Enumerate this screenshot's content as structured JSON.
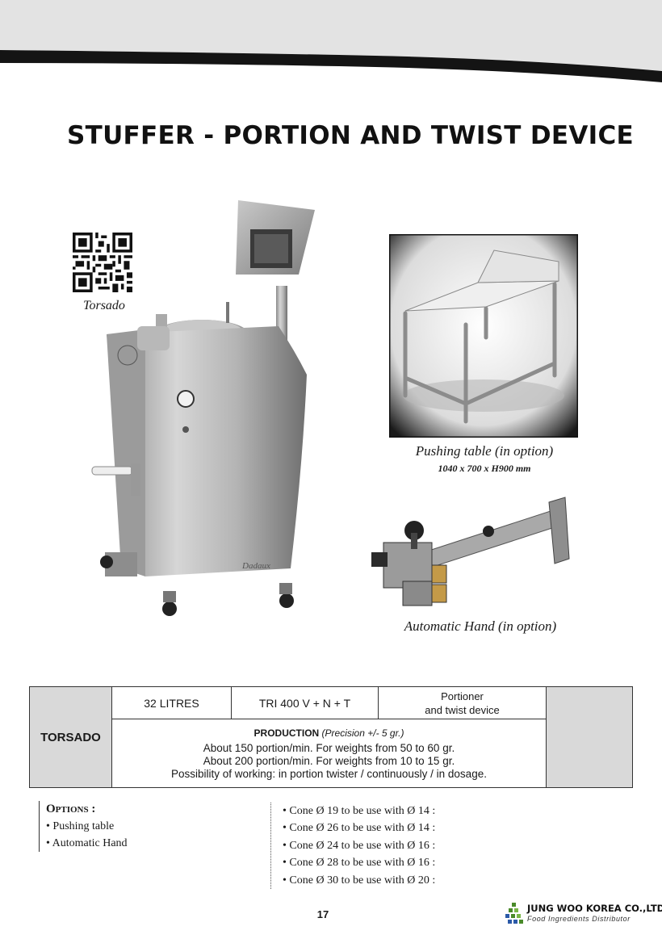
{
  "title": "STUFFER - PORTION AND TWIST DEVICE",
  "qr_caption": "Torsado",
  "machine_brand": "Dadaux",
  "pushing_table": {
    "caption": "Pushing table (in option)",
    "dimensions": "1040 x 700 x H900 mm"
  },
  "automatic_hand": {
    "caption": "Automatic Hand (in option)"
  },
  "spec_table": {
    "model": "TORSADO",
    "capacity": "32 LITRES",
    "motor": "TRI 400 V + N + T",
    "description_line1": "Portioner",
    "description_line2": "and twist device",
    "production_label": "PRODUCTION",
    "precision": "(Precision +/- 5 gr.)",
    "production_lines": [
      "About 150 portion/min. For weights from 50 to 60 gr.",
      "About 200 portion/min. For weights from 10 to 15 gr.",
      "Possibility of working: in portion twister / continuously / in dosage."
    ]
  },
  "options": {
    "title": "Options :",
    "items": [
      "• Pushing table",
      "• Automatic Hand"
    ]
  },
  "cones": [
    "• Cone Ø 19 to be use with  Ø 14 :",
    "• Cone Ø 26 to be use with  Ø 14 :",
    "• Cone Ø 24 to be use with  Ø 16 :",
    "• Cone Ø 28 to be use with  Ø 16 :",
    "• Cone Ø 30 to be use with  Ø 20 :"
  ],
  "page_number": "17",
  "company": {
    "name": "JUNG WOO KOREA CO.,LTD.",
    "tagline": "Food Ingredients Distributor"
  },
  "colors": {
    "header_grey": "#e3e3e3",
    "header_bar": "#141414",
    "table_grey": "#d9d9d9",
    "logo_green": "#4a8a2a",
    "logo_blue": "#2b5aa8"
  }
}
